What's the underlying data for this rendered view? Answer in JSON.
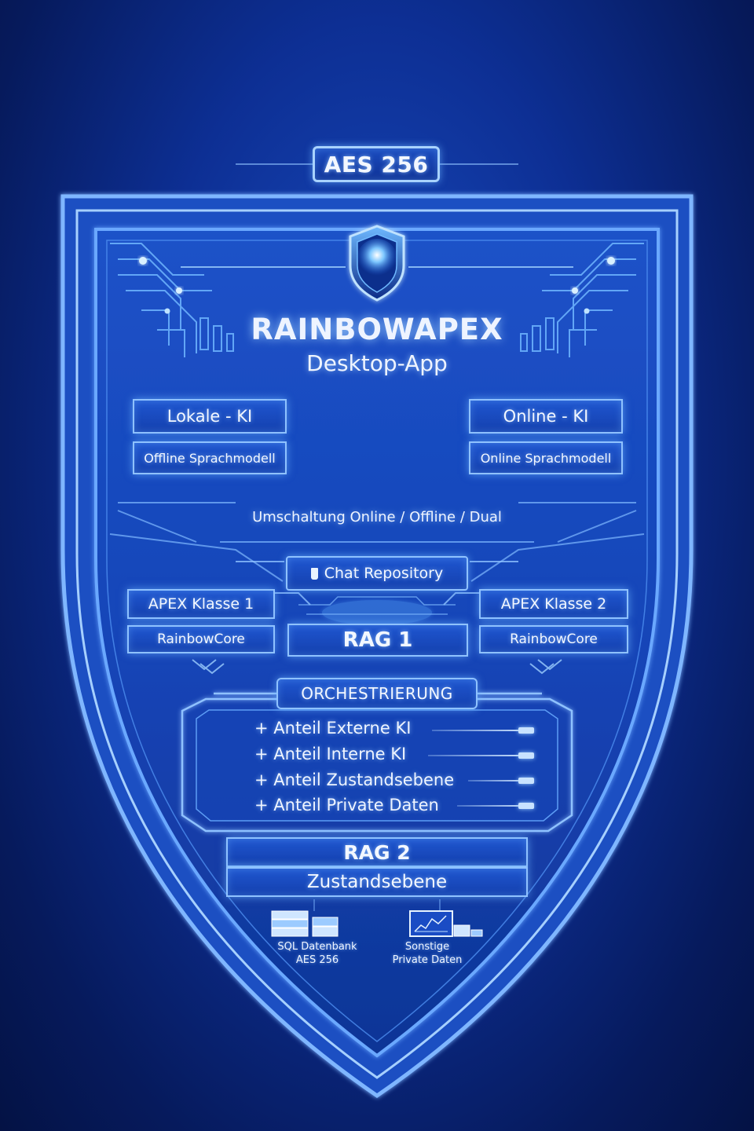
{
  "badge": "AES 256",
  "title": "RAINBOWAPEX",
  "subtitle": "Desktop-App",
  "left_ki": {
    "label": "Lokale - KI",
    "model": "Offline Sprachmodell"
  },
  "right_ki": {
    "label": "Online - KI",
    "model": "Online Sprachmodell"
  },
  "switch_mode": "Umschaltung Online / Offline / Dual",
  "chat_repository": "Chat Repository",
  "apex_left": {
    "label": "APEX Klasse 1",
    "core": "RainbowCore"
  },
  "apex_right": {
    "label": "APEX Klasse 2",
    "core": "RainbowCore"
  },
  "rag1": "RAG 1",
  "orchestration": {
    "title": "ORCHESTRIERUNG",
    "items": [
      "+ Anteil Externe KI",
      "+ Anteil Interne KI",
      "+ Anteil Zustandsebene",
      "+ Anteil Private Daten"
    ]
  },
  "rag2": {
    "title": "RAG 2",
    "layer": "Zustandsebene"
  },
  "storage": [
    {
      "line1": "SQL Datenbank",
      "line2": "AES 256",
      "icon": "database-icon"
    },
    {
      "line1": "Sonstige",
      "line2": "Private Daten",
      "icon": "chart-monitor-icon"
    }
  ],
  "colors": {
    "background": "#0d2f94",
    "panel": "#1a4cc4",
    "border_glow": "#8fc2ff",
    "text": "#eef4ff"
  }
}
